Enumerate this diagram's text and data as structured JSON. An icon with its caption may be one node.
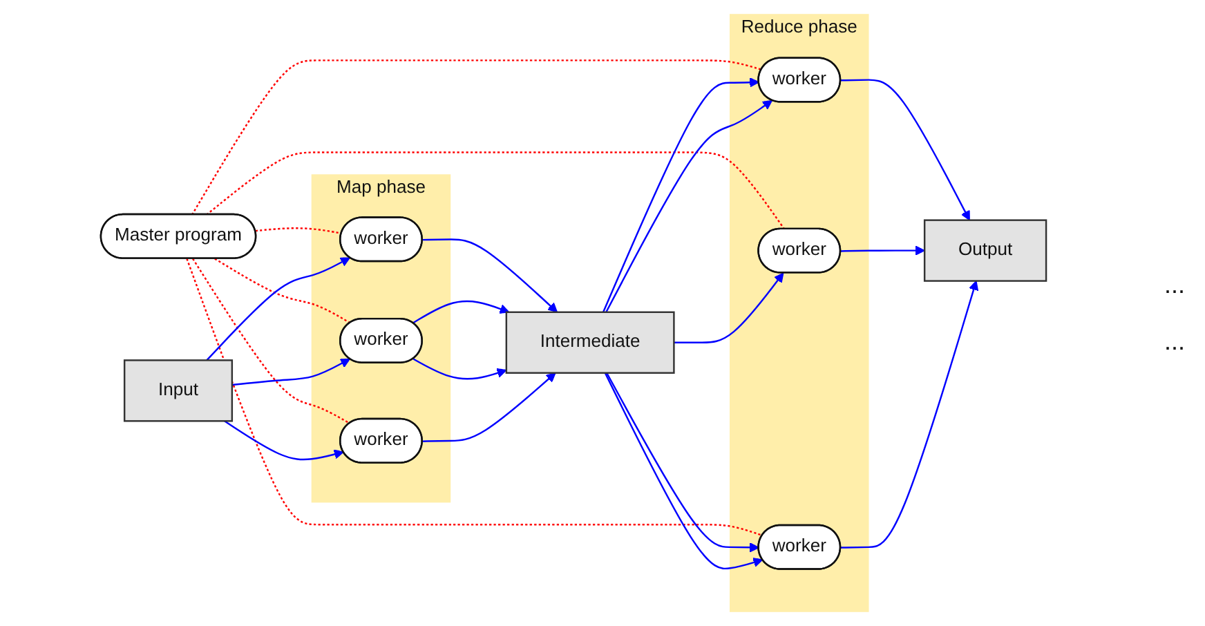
{
  "diagram": {
    "nodes": [
      {
        "text": [
          "Master program"
        ]
      },
      {
        "text": [
          "Input"
        ]
      },
      {
        "text": [
          "Map phase"
        ]
      },
      {
        "text": [
          "worker"
        ],
        "in": 2
      },
      {
        "text": [
          "worker"
        ],
        "in": 2
      },
      {
        "text": [
          "worker"
        ],
        "in": 2
      },
      {
        "text": [
          "Intermediate"
        ]
      },
      {
        "text": [
          "Reduce phase"
        ]
      },
      {
        "text": [
          "worker"
        ],
        "in": 7
      },
      {
        "text": [
          "worker"
        ],
        "in": 7
      },
      {
        "text": [
          "worker"
        ],
        "in": 7
      },
      {
        "text": [
          "Output"
        ]
      }
    ],
    "edges": [
      {
        "from": 0,
        "to": 3,
        "arrow": "none",
        "style": "dashed",
        "color": "#ff0000"
      },
      {
        "from": 0,
        "to": 4,
        "arrow": "none",
        "style": "dashed",
        "color": "#ff0000"
      },
      {
        "from": 0,
        "to": 5,
        "arrow": "none",
        "style": "dashed",
        "color": "#ff0000"
      },
      {
        "from": 0,
        "to": 8,
        "arrow": "none",
        "style": "dashed",
        "color": "#ff0000"
      },
      {
        "from": 0,
        "to": 9,
        "arrow": "none",
        "style": "dashed",
        "color": "#ff0000"
      },
      {
        "from": 0,
        "to": 10,
        "arrow": "none",
        "style": "dashed",
        "color": "#ff0000"
      },
      {
        "from": 1,
        "to": 3,
        "arrow": "to"
      },
      {
        "from": 1,
        "to": 4,
        "arrow": "to"
      },
      {
        "from": 1,
        "to": 5,
        "arrow": "to"
      },
      {
        "from": 3,
        "to": 6,
        "arrow": "to"
      },
      {
        "from": 4,
        "to": 6,
        "arrow": "to"
      },
      {
        "from": 4,
        "to": 6,
        "arrow": "to"
      },
      {
        "from": 5,
        "to": 6,
        "arrow": "to"
      },
      {
        "from": 6,
        "to": 8,
        "arrow": "to"
      },
      {
        "from": 6,
        "to": 8,
        "arrow": "to"
      },
      {
        "from": 6,
        "to": 9,
        "arrow": "to"
      },
      {
        "from": 6,
        "to": 10,
        "arrow": "to"
      },
      {
        "from": 6,
        "to": 10,
        "arrow": "to"
      },
      {
        "from": 8,
        "to": 11,
        "arrow": "to"
      },
      {
        "from": 9,
        "to": 11,
        "arrow": "to"
      },
      {
        "from": 10,
        "to": 11,
        "arrow": "to"
      }
    ],
    "labels": [
      "...",
      "..."
    ]
  }
}
